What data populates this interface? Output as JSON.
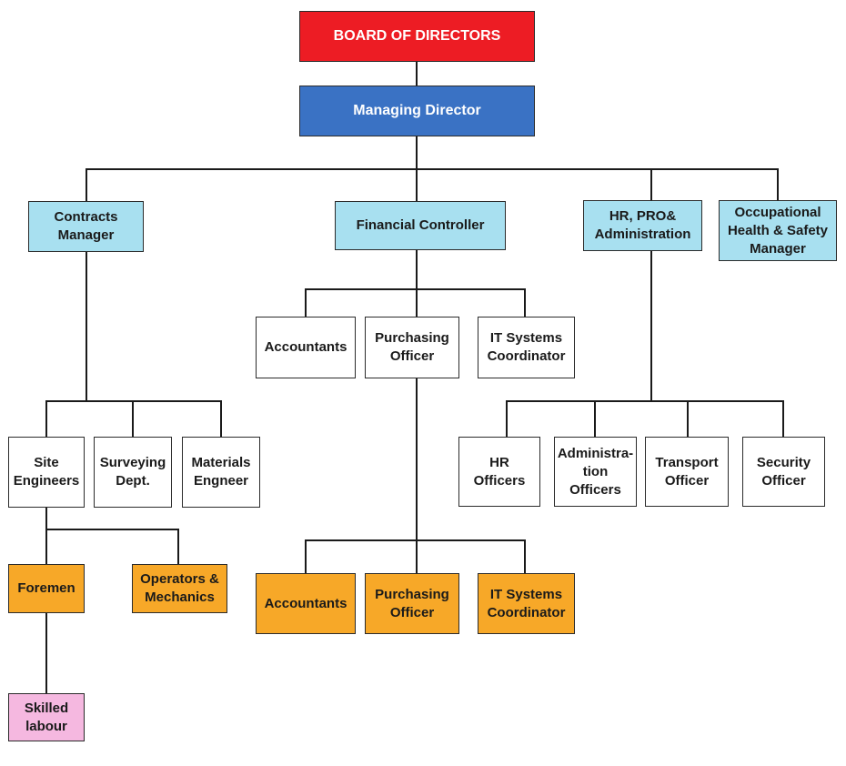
{
  "colors": {
    "red": "#ed1c24",
    "blue": "#3a72c4",
    "cyan": "#a8e0f0",
    "white": "#ffffff",
    "orange": "#f7a828",
    "pink": "#f5b8e0"
  },
  "nodes": {
    "board": "BOARD OF DIRECTORS",
    "md": "Managing Director",
    "contracts": "Contracts\nManager",
    "fc": "Financial Controller",
    "hr_pro": "HR, PRO&\nAdministration",
    "ohs": "Occupational\nHealth & Safety\nManager",
    "accountants_1": "Accountants",
    "purchasing_1": "Purchasing\nOfficer",
    "it_systems_1": "IT Systems\nCoordinator",
    "site_eng": "Site\nEngineers",
    "surveying": "Surveying\nDept.",
    "materials": "Materials\nEngneer",
    "hr_officers": "HR\nOfficers",
    "admin_officers": "Administra-\ntion Officers",
    "transport": "Transport\nOfficer",
    "security": "Security\nOfficer",
    "foremen": "Foremen",
    "operators": "Operators &\nMechanics",
    "accountants_2": "Accountants",
    "purchasing_2": "Purchasing\nOfficer",
    "it_systems_2": "IT Systems\nCoordinator",
    "skilled": "Skilled\nlabour"
  }
}
